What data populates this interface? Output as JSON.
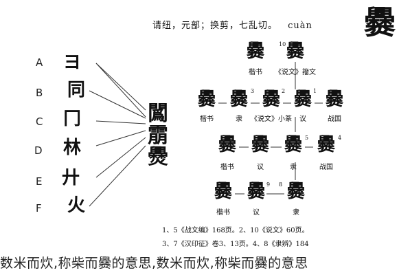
{
  "header": {
    "pinyin": "cuàn",
    "definition": "请纽，元部；换剪，七乱切。",
    "big_char": "爨"
  },
  "decomposition": {
    "letters": [
      "A",
      "B",
      "C",
      "D",
      "E",
      "F"
    ],
    "components": [
      "ヨ",
      "同",
      "冂",
      "林",
      "廾",
      "火"
    ],
    "center_glyph": [
      "䦱",
      "䨜",
      "㸑"
    ]
  },
  "tree": {
    "top": {
      "glyph": "爨",
      "num": "10",
      "label": "《说文》籀文",
      "script_label": "楷书"
    },
    "row1": [
      {
        "glyph": "爨",
        "label": "楷书"
      },
      {
        "glyph": "爨",
        "num": "3",
        "label": "隶"
      },
      {
        "glyph": "爨",
        "num": "2",
        "label": "《说文》小篆"
      },
      {
        "glyph": "爨",
        "num": "1",
        "label": "议"
      },
      {
        "glyph": "爨",
        "label": "战国"
      }
    ],
    "row2": [
      {
        "glyph": "爨",
        "label": "楷书"
      },
      {
        "glyph": "爨",
        "label": "议"
      },
      {
        "glyph": "爨",
        "num": "5",
        "label": "隶"
      },
      {
        "glyph": "爨",
        "num": "4",
        "label": "战国"
      }
    ],
    "row3": [
      {
        "glyph": "爨",
        "label": "楷书"
      },
      {
        "glyph": "爨",
        "num": "9",
        "label": "议"
      },
      {
        "glyph": "爨",
        "num": "8",
        "label": "隶"
      }
    ]
  },
  "footnotes": [
    "1、5《战文编》168页。2、10《说文》60页。",
    "3、7《汉印征》卷3、13页。4、8《隶辨》184"
  ],
  "caption": "数米而炊,称柴而爨的意思,数米而炊,称柴而爨的意思"
}
